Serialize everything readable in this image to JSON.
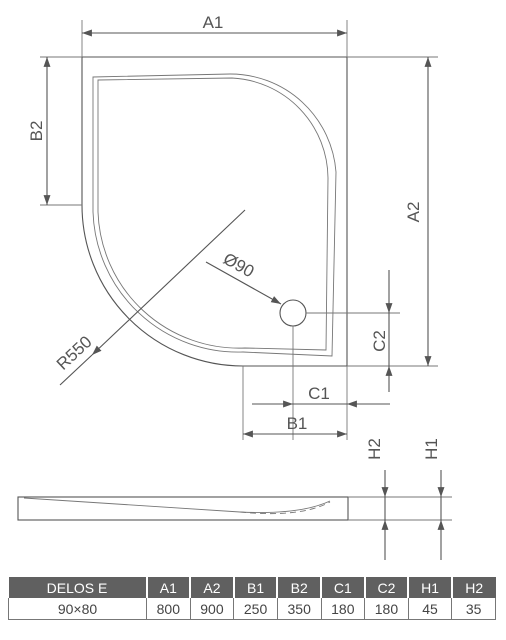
{
  "labels": {
    "a1": "A1",
    "a2": "A2",
    "b1": "B1",
    "b2": "B2",
    "c1": "C1",
    "c2": "C2",
    "h1": "H1",
    "h2": "H2",
    "radius": "R550",
    "drain": "Ø90"
  },
  "table": {
    "headers": [
      "DELOS E",
      "A1",
      "A2",
      "B1",
      "B2",
      "C1",
      "C2",
      "H1",
      "H2"
    ],
    "row": [
      "90×80",
      "800",
      "900",
      "250",
      "350",
      "180",
      "180",
      "45",
      "35"
    ]
  },
  "colors": {
    "line": "#555555",
    "header_bg": "#606060",
    "text": "#555555"
  }
}
